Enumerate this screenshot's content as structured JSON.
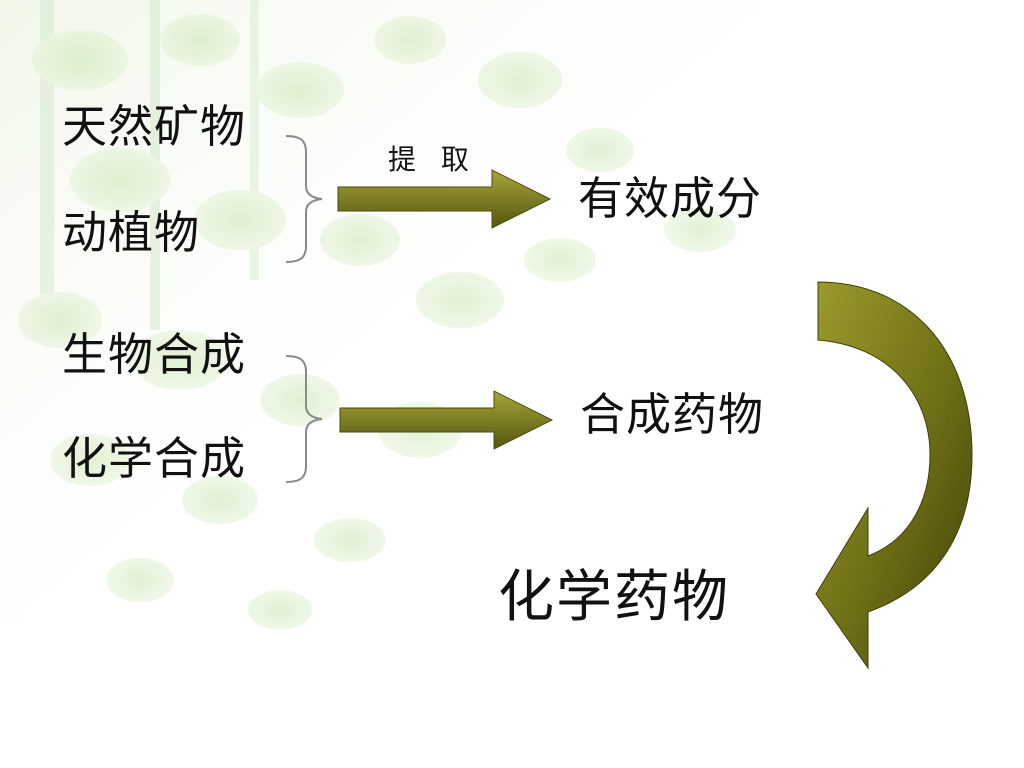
{
  "sources": {
    "group1": [
      "天然矿物",
      "动植物"
    ],
    "group2": [
      "生物合成",
      "化学合成"
    ]
  },
  "process_label": "提 取",
  "outputs": {
    "first": "有效成分",
    "second": "合成药物"
  },
  "final_output": "化学药物",
  "colors": {
    "arrow_light": "#a6a63a",
    "arrow_dark": "#4a4a0c",
    "bracket": "#8a8a8a",
    "text": "#111111",
    "leaf_light": "#dcefc9",
    "leaf_mid": "#b8dea0"
  }
}
